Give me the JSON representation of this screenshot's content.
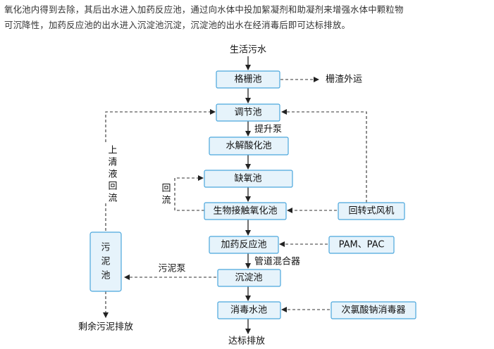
{
  "intro": {
    "line1": "氧化池内得到去除，其后出水进入加药反应池，通过向水体中投加絮凝剂和助凝剂来增强水体中颗粒物",
    "line2": "可沉降性，加药反应池的出水进入沉淀池沉淀，沉淀池的出水在经消毒后即可达标排放。"
  },
  "diagram": {
    "inlet": "生活污水",
    "outlet": "达标排放",
    "main": {
      "grid": "格栅池",
      "equalization": "调节池",
      "hydrolysis": "水解酸化池",
      "anoxic": "缺氧池",
      "contact_oxidation": "生物接触氧化池",
      "dosing_reaction": "加药反应池",
      "sedimentation": "沉淀池",
      "disinfection": "消毒水池"
    },
    "side": {
      "blower": "回转式风机",
      "chemicals": "PAM、PAC",
      "disinfectant": "次氯酸钠消毒器",
      "sludge_tank": [
        "污",
        "泥",
        "池"
      ]
    },
    "edges": {
      "screenings": "栅渣外运",
      "lift_pump": "提升泵",
      "pipe_mixer": "管道混合器",
      "sludge_pump": "污泥泵",
      "reflux": [
        "回",
        "流"
      ],
      "supernatant": [
        "上",
        "清",
        "液",
        "回",
        "流"
      ],
      "sludge_disposal": "剩余污泥排放"
    }
  }
}
